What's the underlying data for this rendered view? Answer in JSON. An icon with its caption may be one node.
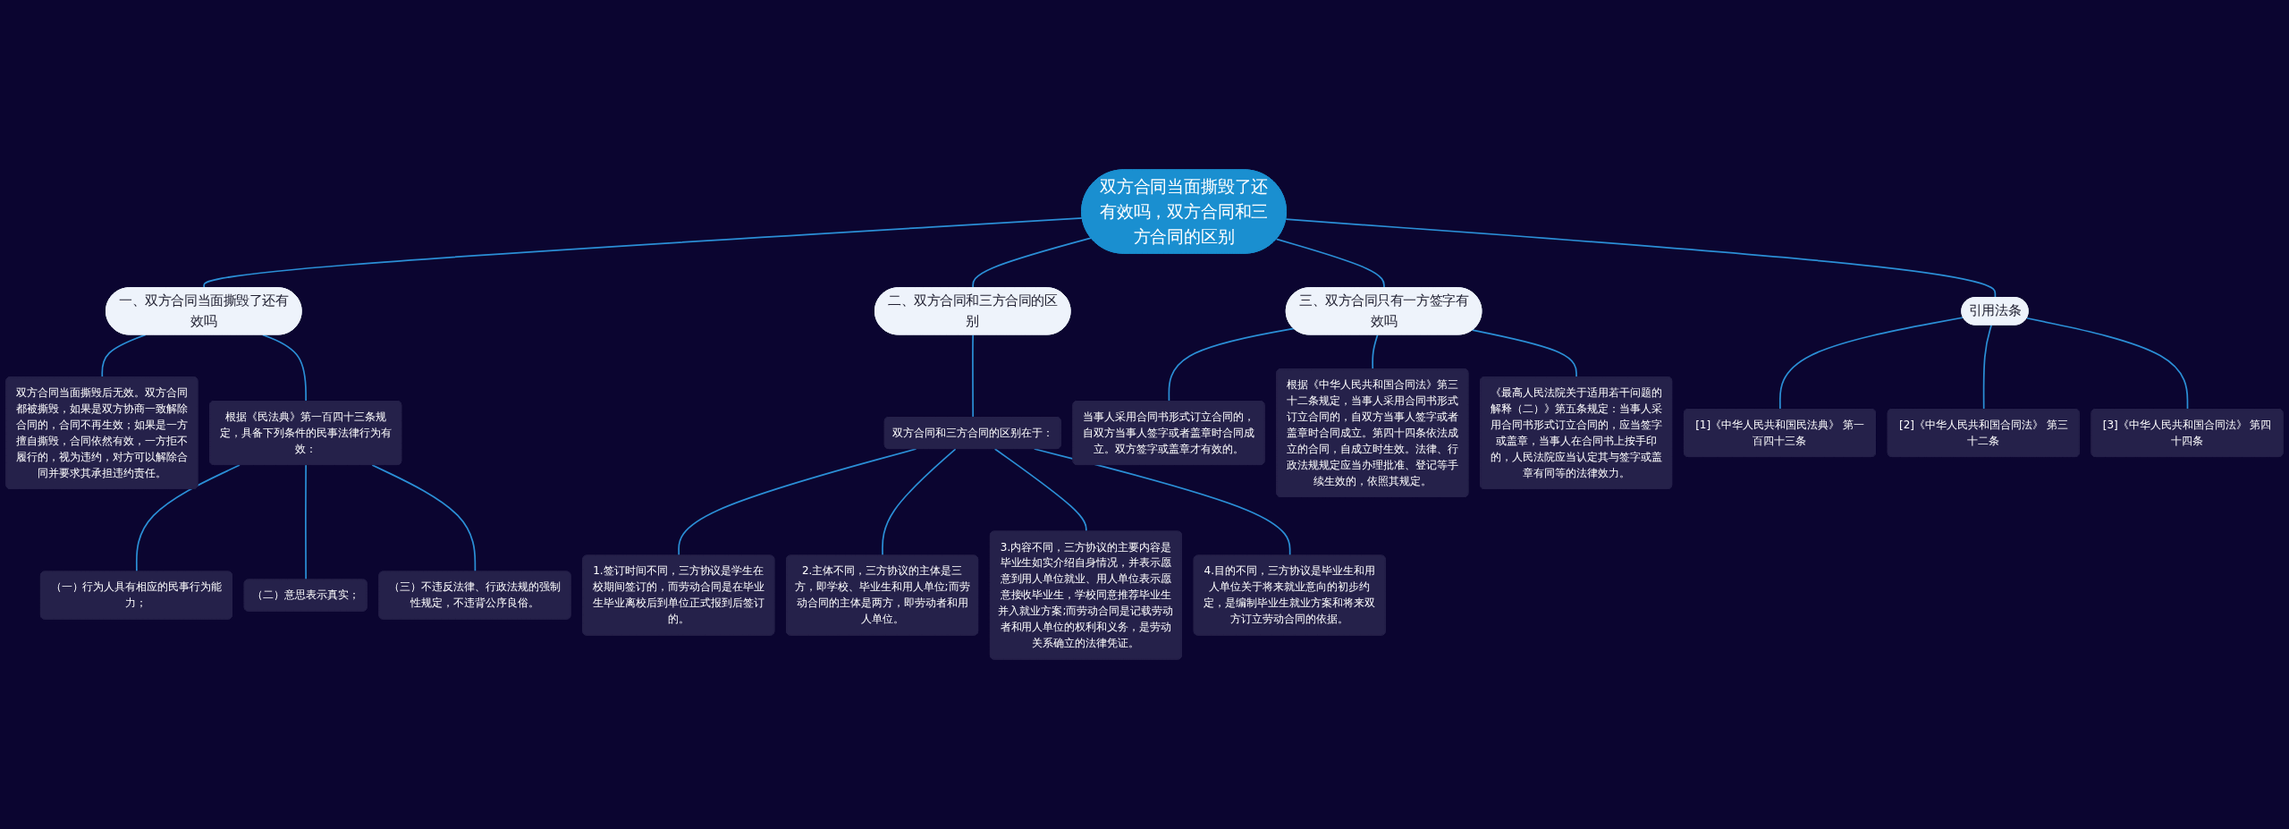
{
  "diagram": {
    "nodes": [
      {
        "text": [
          "双方合同当面撕毁了还有效吗，双方合同和三方合同的区别"
        ]
      },
      {
        "text": [
          "一、双方合同当面撕毁了还有效吗"
        ]
      },
      {
        "text": [
          "双方合同当面撕毁后无效。双方合同都被撕毁，如果是双方协商一致解除合同的，合同不再生效；如果是一方擅自撕毁，合同依然有效，一方拒不履行的，视为违约，对方可以解除合同并要求其承担违约责任。"
        ]
      },
      {
        "text": [
          "根据《民法典》第一百四十三条规定，具备下列条件的民事法律行为有效："
        ]
      },
      {
        "text": [
          "（一）行为人具有相应的民事行为能力；"
        ]
      },
      {
        "text": [
          "（二）意思表示真实；"
        ]
      },
      {
        "text": [
          "（三）不违反法律、行政法规的强制性规定，不违背公序良俗。"
        ]
      },
      {
        "text": [
          "二、双方合同和三方合同的区别"
        ]
      },
      {
        "text": [
          "双方合同和三方合同的区别在于："
        ]
      },
      {
        "text": [
          "1.签订时间不同，三方协议是学生在校期间签订的，而劳动合同是在毕业生毕业离校后到单位正式报到后签订的。"
        ]
      },
      {
        "text": [
          "2.主体不同，三方协议的主体是三方，即学校、毕业生和用人单位;而劳动合同的主体是两方，即劳动者和用人单位。"
        ]
      },
      {
        "text": [
          "3.内容不同，三方协议的主要内容是毕业生如实介绍自身情况，并表示愿意到用人单位就业、用人单位表示愿意接收毕业生，学校同意推荐毕业生并入就业方案;而劳动合同是记载劳动者和用人单位的权利和义务，是劳动关系确立的法律凭证。"
        ]
      },
      {
        "text": [
          "4.目的不同，三方协议是毕业生和用人单位关于将来就业意向的初步约定，是编制毕业生就业方案和将来双方订立劳动合同的依据。"
        ]
      },
      {
        "text": [
          "三、双方合同只有一方签字有效吗"
        ]
      },
      {
        "text": [
          "当事人采用合同书形式订立合同的，自双方当事人签字或者盖章时合同成立。双方签字或盖章才有效的。"
        ]
      },
      {
        "text": [
          "根据《中华人民共和国合同法》第三十二条规定，当事人采用合同书形式订立合同的，自双方当事人签字或者盖章时合同成立。第四十四条依法成立的合同，自成立时生效。法律、行政法规规定应当办理批准、登记等手续生效的，依照其规定。"
        ]
      },
      {
        "text": [
          "《最高人民法院关于适用若干问题的解释（二）》第五条规定：当事人采用合同书形式订立合同的，应当签字或盖章，当事人在合同书上按手印的，人民法院应当认定其与签字或盖章有同等的法律效力。"
        ]
      },
      {
        "text": [
          "引用法条"
        ]
      },
      {
        "text": [
          "[1]《中华人民共和国民法典》 第一百四十三条"
        ]
      },
      {
        "text": [
          "[2]《中华人民共和国合同法》 第三十二条"
        ]
      },
      {
        "text": [
          "[3]《中华人民共和国合同法》 第四十四条"
        ]
      }
    ],
    "edges": [
      {
        "from": 0,
        "to": 1,
        "arrow": "none"
      },
      {
        "from": 1,
        "to": 2,
        "arrow": "none"
      },
      {
        "from": 1,
        "to": 3,
        "arrow": "none"
      },
      {
        "from": 3,
        "to": 4,
        "arrow": "none"
      },
      {
        "from": 3,
        "to": 5,
        "arrow": "none"
      },
      {
        "from": 3,
        "to": 6,
        "arrow": "none"
      },
      {
        "from": 0,
        "to": 7,
        "arrow": "none"
      },
      {
        "from": 7,
        "to": 8,
        "arrow": "none"
      },
      {
        "from": 8,
        "to": 9,
        "arrow": "none"
      },
      {
        "from": 8,
        "to": 10,
        "arrow": "none"
      },
      {
        "from": 8,
        "to": 11,
        "arrow": "none"
      },
      {
        "from": 8,
        "to": 12,
        "arrow": "none"
      },
      {
        "from": 0,
        "to": 13,
        "arrow": "none"
      },
      {
        "from": 13,
        "to": 14,
        "arrow": "none"
      },
      {
        "from": 13,
        "to": 15,
        "arrow": "none"
      },
      {
        "from": 13,
        "to": 16,
        "arrow": "none"
      },
      {
        "from": 0,
        "to": 17,
        "arrow": "none"
      },
      {
        "from": 17,
        "to": 18,
        "arrow": "none"
      },
      {
        "from": 17,
        "to": 19,
        "arrow": "none"
      },
      {
        "from": 17,
        "to": 20,
        "arrow": "none"
      }
    ]
  }
}
